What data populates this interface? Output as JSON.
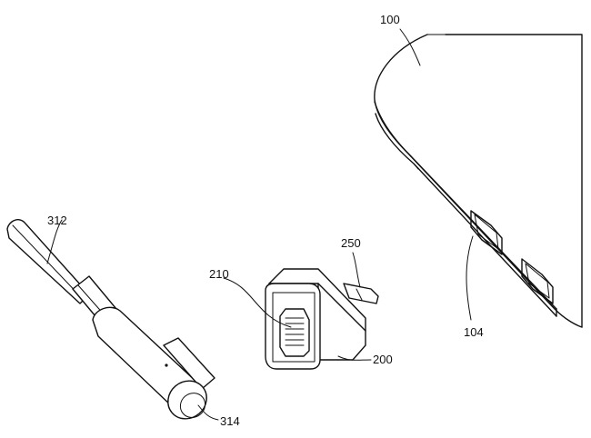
{
  "figure": {
    "background": "#ffffff",
    "line_color": "#111111",
    "labels": {
      "laptop": "100",
      "laptop_port": "104",
      "adapter": "200",
      "adapter_receptacle": "210",
      "adapter_plug": "250",
      "cable": "312",
      "connector": "314"
    }
  }
}
